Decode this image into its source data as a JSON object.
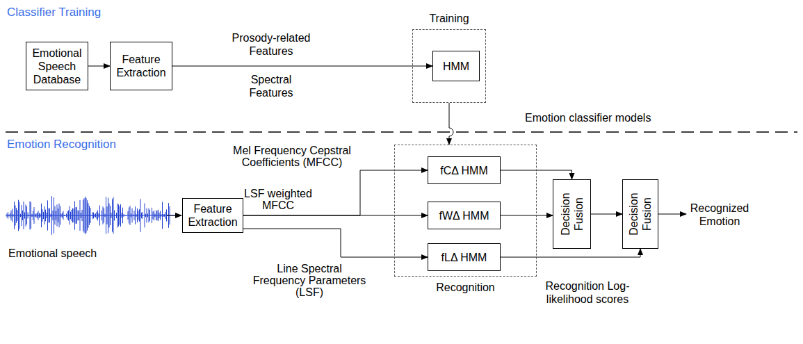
{
  "diagram": {
    "nodes": [
      {
        "text": [
          "Emotional Speech Database"
        ]
      },
      {
        "text": [
          "Feature Extraction"
        ]
      },
      {
        "text": [
          "Training"
        ]
      },
      {
        "text": [
          "HMM"
        ],
        "in": 2
      },
      {
        "text": [
          "Feature Extraction"
        ]
      },
      {
        "text": [
          "Recognition"
        ]
      },
      {
        "text": [
          "fCΔ HMM"
        ],
        "in": 5
      },
      {
        "text": [
          "fWΔ HMM"
        ],
        "in": 5
      },
      {
        "text": [
          "fLΔ HMM"
        ],
        "in": 5
      },
      {
        "text": [
          "Decision Fusion"
        ]
      },
      {
        "text": [
          "Decision Fusion"
        ]
      }
    ],
    "edges": [
      {
        "from": 0,
        "to": 1,
        "arrow": "to"
      },
      {
        "from": 1,
        "to": 3,
        "arrow": "to"
      },
      {
        "from": 2,
        "to": 5,
        "arrow": "to"
      },
      {
        "from": 4,
        "to": 6,
        "label": "Mel Frequency Cepstral Coefficients (MFCC)",
        "arrow": "to"
      },
      {
        "from": 4,
        "to": 7,
        "label": "LSF weighted MFCC",
        "arrow": "to"
      },
      {
        "from": 4,
        "to": 8,
        "label": "Line Spectral Frequency Parameters (LSF)",
        "arrow": "to"
      },
      {
        "from": 6,
        "to": 9,
        "arrow": "to"
      },
      {
        "from": 7,
        "to": 9,
        "arrow": "to"
      },
      {
        "from": 9,
        "to": 10,
        "arrow": "to"
      },
      {
        "from": 8,
        "to": 10,
        "arrow": "to"
      }
    ],
    "labels": [
      "Classifier Training",
      "Prosody-related Features",
      "Spectral Features",
      "Emotion classifier models",
      "Emotion Recognition",
      "Emotional speech",
      "Recognized Emotion",
      "Recognition Log-likelihood scores"
    ]
  }
}
